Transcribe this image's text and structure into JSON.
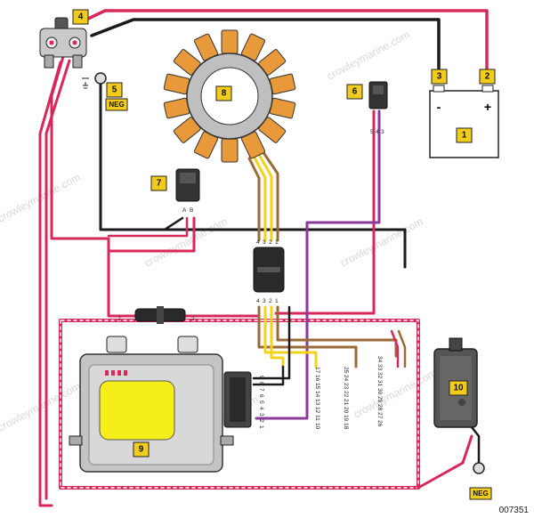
{
  "figure_number": "007351",
  "watermark": "crowleymarine.com",
  "callouts": {
    "c1": "1",
    "c2": "2",
    "c3": "3",
    "c4": "4",
    "c5": "5",
    "c6": "6",
    "c7": "7",
    "c8": "8",
    "c9": "9",
    "c10": "10"
  },
  "neg_labels": {
    "top": "NEG",
    "bottom": "NEG"
  },
  "battery_terminals": {
    "minus": "-",
    "plus": "+"
  },
  "connector_pins": {
    "stator_upper": [
      "4",
      "3",
      "2",
      "1"
    ],
    "stator_lower": [
      "4",
      "3",
      "2",
      "1"
    ],
    "c6_pins": [
      "5",
      "4",
      "3"
    ],
    "c7_pins": [
      "A",
      "B"
    ],
    "pins_9_1": [
      "9",
      "8",
      "7",
      "6",
      "5",
      "4",
      "3",
      "2",
      "1"
    ],
    "pins_17_10": [
      "17",
      "16",
      "15",
      "14",
      "13",
      "12",
      "11",
      "10"
    ],
    "pins_25_18": [
      "25",
      "24",
      "23",
      "22",
      "21",
      "20",
      "19",
      "18"
    ],
    "pins_34_26": [
      "34",
      "33",
      "32",
      "31",
      "30",
      "29",
      "28",
      "27",
      "26"
    ],
    "harness_left_pin": "2",
    "harness_right_pin": "2"
  },
  "colors": {
    "red_wire": "#d8285a",
    "black_wire": "#1a1a1a",
    "purple_wire": "#8a3a9a",
    "brown_wire": "#9a6a3a",
    "yellow_wire": "#f2d21a",
    "stator_coil": "#e89a3a",
    "callout_fill": "#f2cc1c",
    "ecm_screen": "#f6ee1a"
  }
}
